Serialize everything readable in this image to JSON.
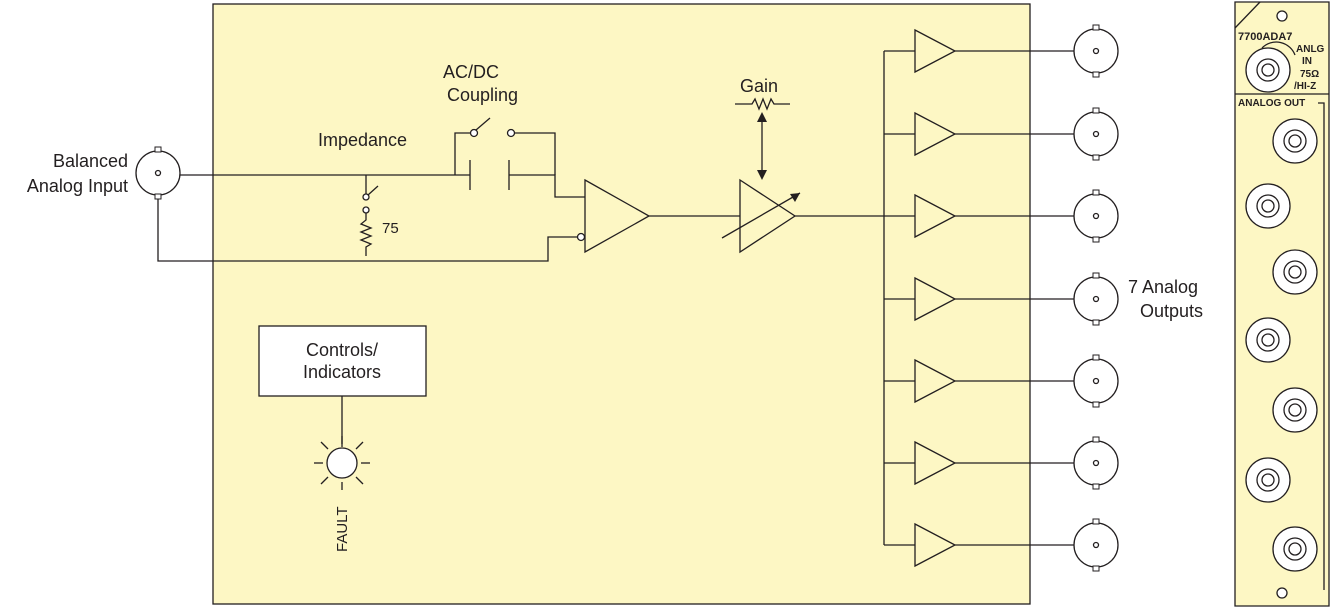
{
  "labels": {
    "input": [
      "Balanced",
      "Analog Input"
    ],
    "coupling": [
      "AC/DC",
      "Coupling"
    ],
    "impedance": "Impedance",
    "termination": "75",
    "gain": "Gain",
    "controls": [
      "Controls/",
      "Indicators"
    ],
    "fault": "FAULT",
    "outputs": [
      "7 Analog",
      "Outputs"
    ]
  },
  "panel": {
    "model": "7700ADA7",
    "input_label": [
      "ANLG",
      "IN",
      "75Ω",
      "/HI-Z"
    ],
    "output_header": "ANALOG OUT"
  },
  "colors": {
    "board_fill": "#fdf7c4",
    "line": "#231f20",
    "panel_fill": "#fdf7c4"
  }
}
